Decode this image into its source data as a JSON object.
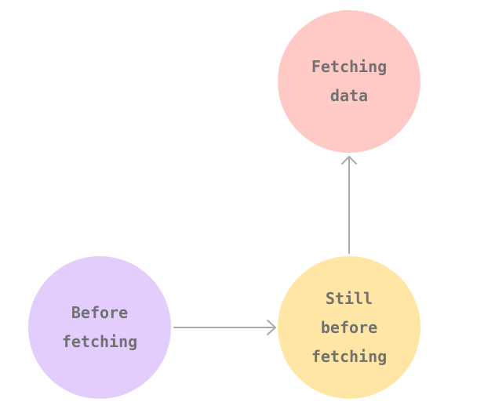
{
  "diagram": {
    "nodes": {
      "fetching_data": {
        "label": "Fetching\ndata",
        "color": "#ffc9c5"
      },
      "before_fetching": {
        "label": "Before\nfetching",
        "color": "#e2cdfc"
      },
      "still_before_fetching": {
        "label": "Still\nbefore\nfetching",
        "color": "#ffe6a4"
      }
    },
    "edges": [
      {
        "from": "before_fetching",
        "to": "still_before_fetching"
      },
      {
        "from": "still_before_fetching",
        "to": "fetching_data"
      }
    ],
    "edge_color": "#aaaaaa"
  }
}
